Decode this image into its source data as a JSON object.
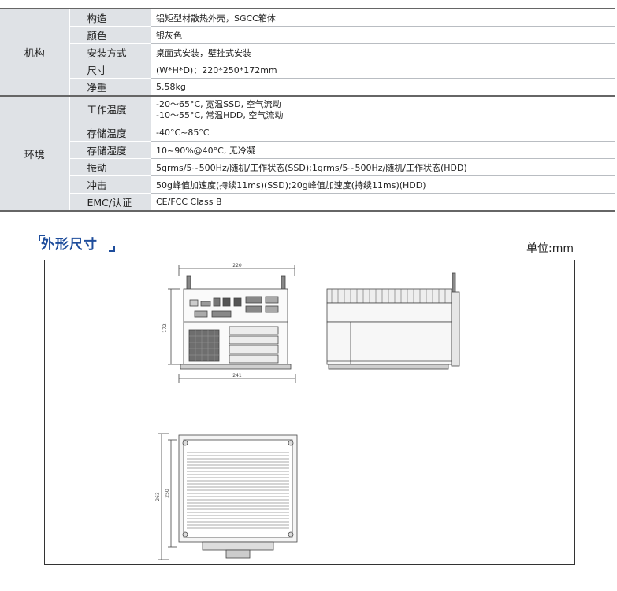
{
  "spec": {
    "groups": [
      {
        "label": "机构",
        "rows": [
          {
            "key": "构造",
            "value": "铝矩型材散热外壳，SGCC箱体"
          },
          {
            "key": "颜色",
            "value": "银灰色"
          },
          {
            "key": "安装方式",
            "value": "桌面式安装，壁挂式安装"
          },
          {
            "key": "尺寸",
            "value": "(W*H*D)：220*250*172mm"
          },
          {
            "key": "净重",
            "value": "5.58kg"
          }
        ]
      },
      {
        "label": "环境",
        "rows": [
          {
            "key": "工作温度",
            "value": "-20～65°C, 宽温SSD, 空气流动",
            "value2": "-10～55°C, 常温HDD, 空气流动"
          },
          {
            "key": "存储温度",
            "value": "-40°C~85°C"
          },
          {
            "key": "存储湿度",
            "value": "10~90%@40°C, 无冷凝"
          },
          {
            "key": "振动",
            "value": "5grms/5~500Hz/随机/工作状态(SSD);1grms/5~500Hz/随机/工作状态(HDD)"
          },
          {
            "key": "冲击",
            "value": "50g峰值加速度(持续11ms)(SSD);20g峰值加速度(持续11ms)(HDD)"
          },
          {
            "key": "EMC/认证",
            "value": "CE/FCC Class B"
          }
        ]
      }
    ]
  },
  "section": {
    "title": "外形尺寸",
    "unit": "单位:mm"
  },
  "drawing": {
    "front_width": "220",
    "front_base": "241",
    "front_height": "172",
    "top_depth_outer": "263",
    "top_depth_inner": "250"
  }
}
